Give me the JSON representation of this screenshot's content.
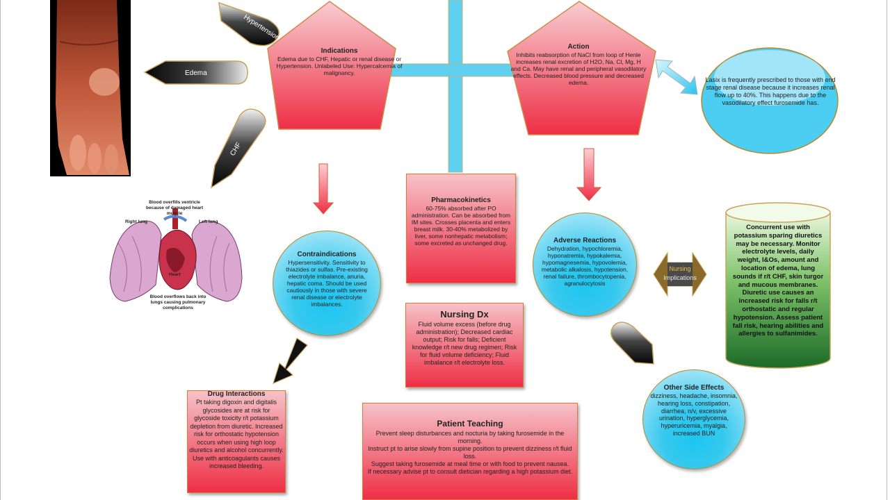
{
  "indications": {
    "title": "Indications",
    "body": "Edema due to CHF, Hepatic or renal disease or Hypertension. Unlabeled Use: Hypercalcemia of malignancy."
  },
  "action": {
    "title": "Action",
    "body": "Inhibits reabsorption of NaCl from loop of Henle increases renal excretion of H2O, Na, Cl, Mg, H and Ca. May have renal and peripheral vasodilatory effects. Decreased blood pressure and decreased edema."
  },
  "lasix_note": "Lasix is frequently prescribed to those with end stage renal disease because it increases renal flow up to 40%. This happens due to the vasodilatory effect furosemide has.",
  "pharmacokinetics": {
    "title": "Pharmacokinetics",
    "body": "60-75% absorbed after PO administration. Can be absorbed from IM sites. Crosses placenta and enters breast milk. 30-40% metabolized by liver, some nonhepatic metabolism; some excreted as unchanged drug."
  },
  "contraindications": {
    "title": "Contraindications",
    "body": "Hypersensitivity. Sensitivity to thiazides or sulfas. Pre-existing electrolyte imbalance, anuria, hepatic coma. Should be used cautiously in those with severe renal disease or electrolyte imbalances."
  },
  "adverse_reactions": {
    "title": "Adverse Reactions",
    "body": "Dehydration, hypochloremia, hyponatremia, hypokalemia, hypomagnesemia, hypovolemia, metabolic alkalosis, hypotension, renal failure, thrombocytopenia, agranulocytosis"
  },
  "concurrent_use": "Concurrent use with potassium sparing diuretics may be necessary. Monitor electrolyte levels, daily weight, I&Os, amount and location of edema, lung sounds if r/t CHF, skin turgor and mucous membranes. Diuretic use causes an increased risk for falls r/t orthostatic and regular hypotension. Assess patient fall risk, hearing abilities and allergies to sulfanimides.",
  "nursing_implications": [
    "Nursing",
    "Implications"
  ],
  "nursing_dx": {
    "title": "Nursing Dx",
    "body": "Fluid volume excess (before drug administration); Decreased cardiac output; Risk for falls; Deficient knowledge r/t new drug regimen; Risk for fluid volume deficiency; Fluid imbalance r/t electrolyte loss."
  },
  "drug_interactions": {
    "title": "Drug Interactions",
    "body": "Pt taking digoxin and digitalis glycosides are at risk for glycoside toxicity r/t potassium depletion from diuretic. Increased risk for orthostatic hypotension occurs when using high loop diuretics and alcohol concurrently. Use with anticoagulants causes increased bleeding."
  },
  "patient_teaching": {
    "title": "Patient Teaching",
    "lines": [
      "Prevent sleep disturbances and nocturia by taking furosemide in the morning.",
      "Instruct pt to arise slowly from supine position to prevent dizziness r/t fluid loss.",
      "Suggest taking furosemide at meal time or with food to prevent nausea.",
      "If necessary advise pt to consult dietician regarding a high potassium diet."
    ]
  },
  "other_side_effects": {
    "title": "Other Side Effects",
    "body": "dizziness, headache, insomnia, hearing loss, constipation, diarrhea, n/v, excessive urination, hyperglycemia, hyperuricemia, myalgia, increased BUN"
  },
  "arrows": {
    "hypertension": "Hypertension",
    "edema": "Edema",
    "chf": "CHF"
  },
  "heart_image": {
    "right_lung": "Right lung",
    "left_lung": "Left lung",
    "heart": "Heart",
    "top_caption": "Blood overfills ventricle because of damaged heart muscle",
    "bottom_caption": "Blood overflows back into lungs causing pulmonary complications"
  },
  "colors": {
    "red_shape": "#ee2f45",
    "cyan_shape": "#1cc6f0",
    "green_cylinder": "#1f7a2e",
    "connector": "#5fd0f0"
  }
}
